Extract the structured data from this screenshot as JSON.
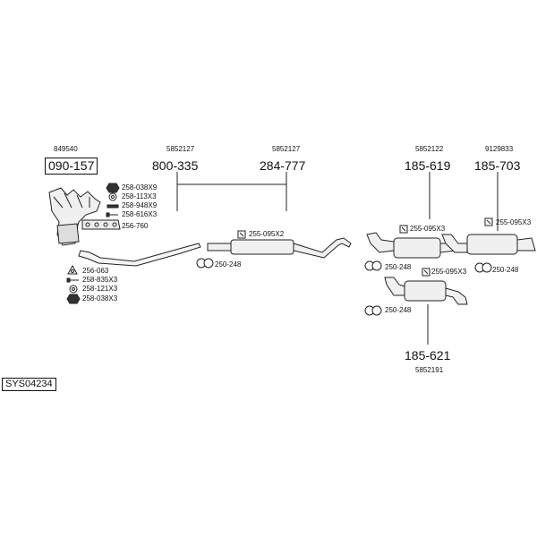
{
  "system_code": "SYS04234",
  "groups": [
    {
      "oe": "849540",
      "part": "090-157"
    },
    {
      "oe": "5852127",
      "part": "800-335"
    },
    {
      "oe": "5852127",
      "part": "284-777"
    },
    {
      "oe": "5852122",
      "part": "185-619"
    },
    {
      "oe": "9129833",
      "part": "185-703"
    },
    {
      "oe": "5852191",
      "part": "185-621"
    }
  ],
  "accessories": [
    {
      "code": "258-038X9",
      "icon": "nut-icon"
    },
    {
      "code": "258-113X3",
      "icon": "washer-icon"
    },
    {
      "code": "258-948X9",
      "icon": "stud-icon"
    },
    {
      "code": "258-616X3",
      "icon": "bolt-icon"
    },
    {
      "code": "256-760",
      "icon": "gasket-icon"
    },
    {
      "code": "256-063",
      "icon": "triangle-gasket-icon"
    },
    {
      "code": "258-835X3",
      "icon": "bolt-icon"
    },
    {
      "code": "258-121X3",
      "icon": "washer-icon"
    },
    {
      "code": "258-038X3",
      "icon": "nut-icon"
    },
    {
      "code": "255-095X2",
      "icon": "clamp-icon"
    },
    {
      "code": "250-248",
      "icon": "hanger-icon"
    },
    {
      "code": "255-095X3",
      "icon": "clamp-icon"
    },
    {
      "code": "250-248",
      "icon": "hanger-icon"
    },
    {
      "code": "255-095X3",
      "icon": "clamp-icon"
    },
    {
      "code": "250-248",
      "icon": "hanger-icon"
    },
    {
      "code": "255-095X3",
      "icon": "clamp-icon"
    },
    {
      "code": "250-248",
      "icon": "hanger-icon"
    }
  ]
}
